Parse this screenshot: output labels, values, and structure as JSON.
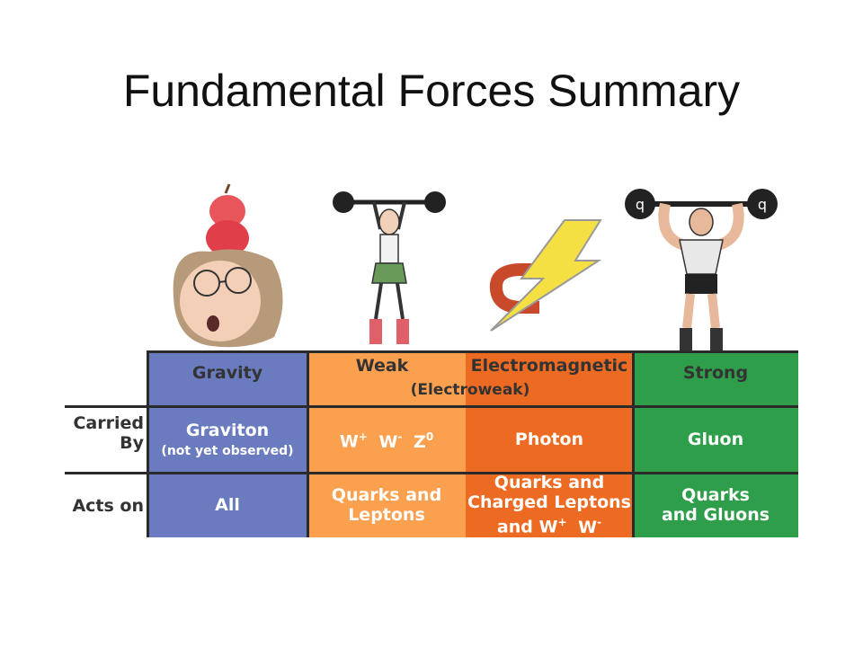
{
  "slide": {
    "title": "Fundamental Forces Summary"
  },
  "table": {
    "headers": {
      "gravity": "Gravity",
      "weak": "Weak",
      "electromagnetic": "Electromagnetic",
      "electroweak": "(Electroweak)",
      "strong": "Strong"
    },
    "row_labels": {
      "carried_by_1": "Carried",
      "carried_by_2": "By",
      "acts_on": "Acts on"
    },
    "carried_by": {
      "gravity": "Graviton",
      "gravity_note": "(not yet observed)",
      "weak_w1": "W",
      "weak_plus": "+",
      "weak_w2": "W",
      "weak_minus": "-",
      "weak_z": "Z",
      "weak_zero": "0",
      "electromagnetic": "Photon",
      "strong": "Gluon"
    },
    "acts_on": {
      "gravity": "All",
      "weak_1": "Quarks and",
      "weak_2": "Leptons",
      "em_1": "Quarks and",
      "em_2": "Charged Leptons",
      "em_3_a": "and W",
      "em_3_plus": "+",
      "em_3_w": "W",
      "em_3_minus": "-",
      "strong_1": "Quarks",
      "strong_2": "and Gluons"
    },
    "colors": {
      "gravity": "#6b7bbf",
      "weak": "#fba04e",
      "electromagnetic": "#ec6a22",
      "strong": "#2f9e4a"
    }
  },
  "illustrations": {
    "strong_weight_label": "q"
  }
}
